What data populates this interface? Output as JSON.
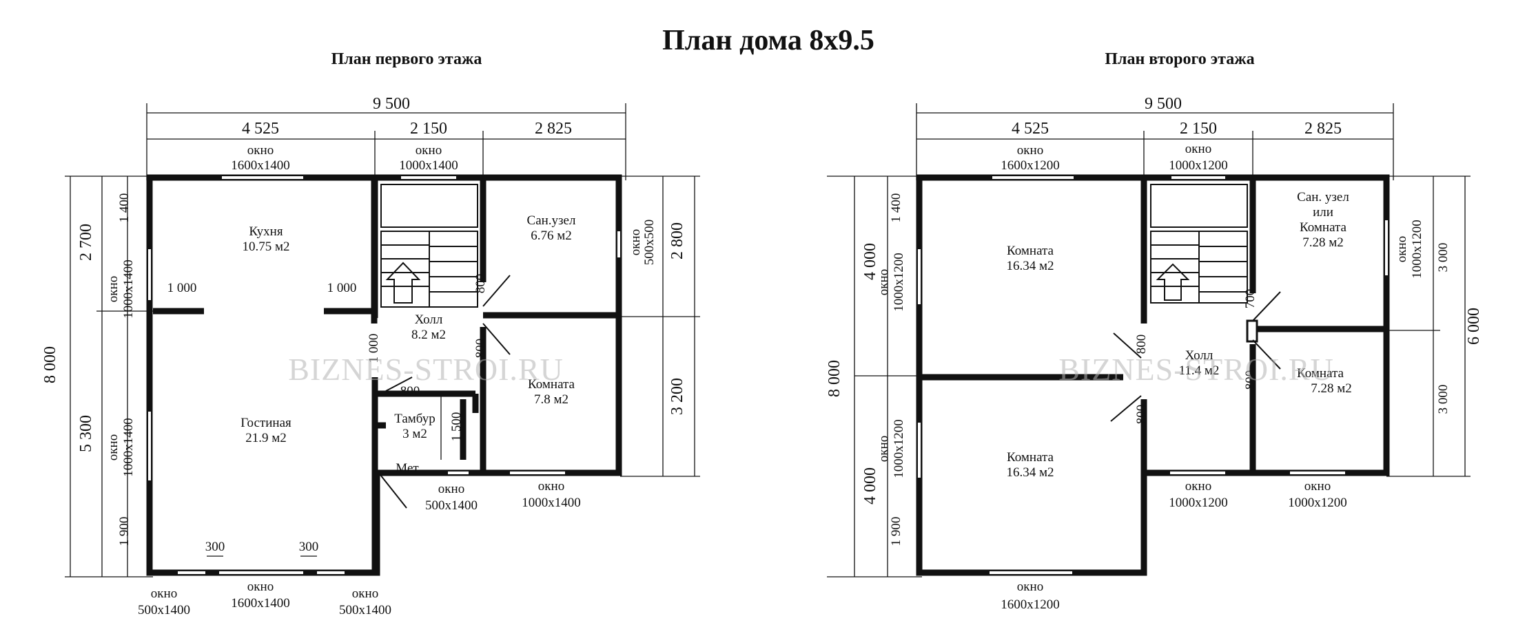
{
  "title": "План дома 8х9.5",
  "watermark": "BIZNES-STROI.RU",
  "floor1": {
    "caption": "План первого этажа",
    "dims_top": [
      "9 500",
      "4 525",
      "2 150",
      "2 825"
    ],
    "dims_left": [
      "8 000",
      "2 700",
      "5 300",
      "1 400",
      "1 900"
    ],
    "dims_right": [
      "2 800",
      "3 200"
    ],
    "windows": {
      "top_left": [
        "окно",
        "1600х1400"
      ],
      "top_mid": [
        "окно",
        "1000х1400"
      ],
      "right": [
        "окно",
        "500х500"
      ],
      "left_upper": [
        "окно",
        "1000х1400"
      ],
      "left_lower": [
        "окно",
        "1000х1400"
      ],
      "bottom_a": [
        "окно",
        "500х1400"
      ],
      "bottom_b": [
        "окно",
        "1600х1400"
      ],
      "bottom_c": [
        "окно",
        "500х1400"
      ],
      "bottom_tambur": [
        "окно",
        "500х1400"
      ],
      "bottom_room": [
        "окно",
        "1000х1400"
      ]
    },
    "rooms": {
      "kitchen": [
        "Кухня",
        "10.75 м2"
      ],
      "living": [
        "Гостиная",
        "21.9 м2"
      ],
      "hall": [
        "Холл",
        "8.2 м2"
      ],
      "bath": [
        "Сан.узел",
        "6.76 м2"
      ],
      "room": [
        "Комната",
        "7.8 м2"
      ],
      "tambur": [
        "Тамбур",
        "3 м2"
      ]
    },
    "inner": {
      "left_1000": "1 000",
      "mid_1000": "1 000",
      "v_1000": "1 000",
      "door_800a": "800",
      "door_800b": "800",
      "door_800h": "800",
      "tambur_1500": "1 500",
      "door_met": "Мет",
      "w300a": "300",
      "w300b": "300"
    }
  },
  "floor2": {
    "caption": "План второго этажа",
    "dims_top": [
      "9 500",
      "4 525",
      "2 150",
      "2 825"
    ],
    "dims_left": [
      "8 000",
      "4 000",
      "4 000",
      "1 400",
      "1 900"
    ],
    "dims_right": [
      "6 000",
      "3 000",
      "3 000"
    ],
    "windows": {
      "top_left": [
        "окно",
        "1600х1200"
      ],
      "top_mid": [
        "окно",
        "1000х1200"
      ],
      "right": [
        "окно",
        "1000х1200"
      ],
      "left_upper": [
        "окно",
        "1000х1200"
      ],
      "left_lower": [
        "окно",
        "1000х1200"
      ],
      "bottom_left": [
        "окно",
        "1600х1200"
      ],
      "bottom_mid": [
        "окно",
        "1000х1200"
      ],
      "bottom_right": [
        "окно",
        "1000х1200"
      ]
    },
    "rooms": {
      "room_tl": [
        "Комната",
        "16.34 м2"
      ],
      "room_bl": [
        "Комната",
        "16.34 м2"
      ],
      "hall": [
        "Холл",
        "11.4 м2"
      ],
      "bath": [
        "Сан. узел",
        "или",
        "Комната",
        "7.28 м2"
      ],
      "room_r": [
        "Комната",
        "7.28 м2"
      ]
    },
    "inner": {
      "door_800a": "800",
      "door_800b": "800",
      "door_800c": "800",
      "door_700": "700"
    }
  }
}
